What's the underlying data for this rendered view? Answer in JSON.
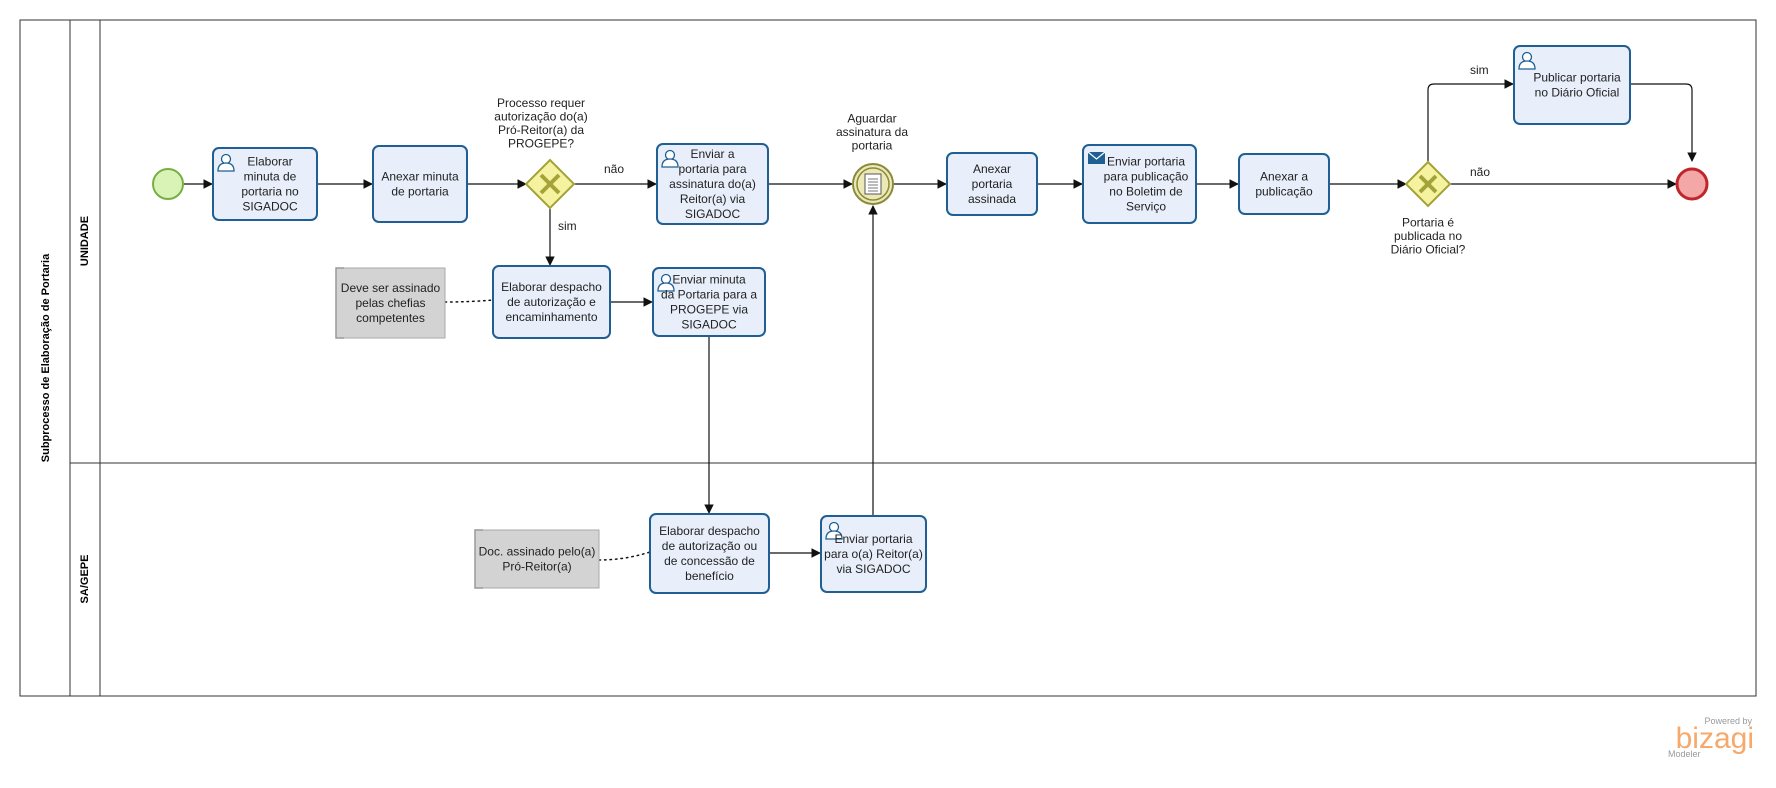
{
  "pool": {
    "title": "Subprocesso de Elaboração de Portaria",
    "lanes": [
      {
        "name": "UNIDADE"
      },
      {
        "name": "SA/GEPE"
      }
    ]
  },
  "tasks": {
    "elaborar_minuta": {
      "lines": [
        "Elaborar",
        "minuta de",
        "portaria no",
        "SIGADOC"
      ],
      "icon": "user-icon"
    },
    "anexar_minuta": {
      "lines": [
        "Anexar minuta",
        "de portaria"
      ]
    },
    "enviar_assinatura": {
      "lines": [
        "Enviar a",
        "portaria para",
        "assinatura do(a)",
        "Reitor(a) via",
        "SIGADOC"
      ],
      "icon": "user-icon"
    },
    "anexar_assinada": {
      "lines": [
        "Anexar",
        "portaria",
        "assinada"
      ]
    },
    "enviar_boletim": {
      "lines": [
        "Enviar portaria",
        "para publicação",
        "no Boletim de",
        "Serviço"
      ],
      "icon": "envelope-icon"
    },
    "anexar_publicacao": {
      "lines": [
        "Anexar a",
        "publicação"
      ]
    },
    "publicar_diario": {
      "lines": [
        "Publicar portaria",
        "no Diário Oficial"
      ],
      "icon": "user-icon"
    },
    "elaborar_despacho_unidade": {
      "lines": [
        "Elaborar despacho",
        "de  autorização e",
        "encaminhamento"
      ]
    },
    "enviar_minuta_progepe": {
      "lines": [
        "Enviar minuta",
        "da Portaria para a",
        "PROGEPE via",
        "SIGADOC"
      ],
      "icon": "user-icon"
    },
    "elaborar_despacho_sagepe": {
      "lines": [
        "Elaborar despacho",
        "de autorização ou",
        "de concessão de",
        "benefício"
      ]
    },
    "enviar_reitor_sagepe": {
      "lines": [
        "Enviar portaria",
        "para o(a) Reitor(a)",
        "via SIGADOC"
      ],
      "icon": "user-icon"
    }
  },
  "gateways": {
    "progepe": {
      "lines": [
        "Processo requer",
        "autorização do(a)",
        "Pró-Reitor(a) da",
        "PROGEPE?"
      ]
    },
    "diario": {
      "lines": [
        "Portaria é",
        "publicada no",
        "Diário Oficial?"
      ]
    }
  },
  "event_labels": {
    "aguardar": {
      "lines": [
        "Aguardar",
        "assinatura da",
        "portaria"
      ]
    }
  },
  "annotations": {
    "chefias": {
      "lines": [
        "Deve ser assinado",
        "pelas chefias",
        "competentes"
      ]
    },
    "pro_reitor": {
      "lines": [
        "Doc. assinado pelo(a)",
        "Pró-Reitor(a)"
      ]
    }
  },
  "flow_labels": {
    "nao_1": "não",
    "sim_1": "sim",
    "sim_2": "sim",
    "nao_2": "não"
  },
  "branding": {
    "powered_by": "Powered by",
    "logo": "bizagi",
    "product": "Modeler"
  },
  "colors": {
    "task_fill": "#e8eefa",
    "task_stroke": "#1f5f94",
    "start_fill": "#d9f2b6",
    "start_stroke": "#76b043",
    "end_fill": "#f3a7a7",
    "end_stroke": "#c0272d",
    "gateway_fill": "#f5f2a0",
    "gateway_stroke": "#a3a33a",
    "annotation_fill": "#d3d3d3",
    "brand_orange": "#f6a96b"
  }
}
